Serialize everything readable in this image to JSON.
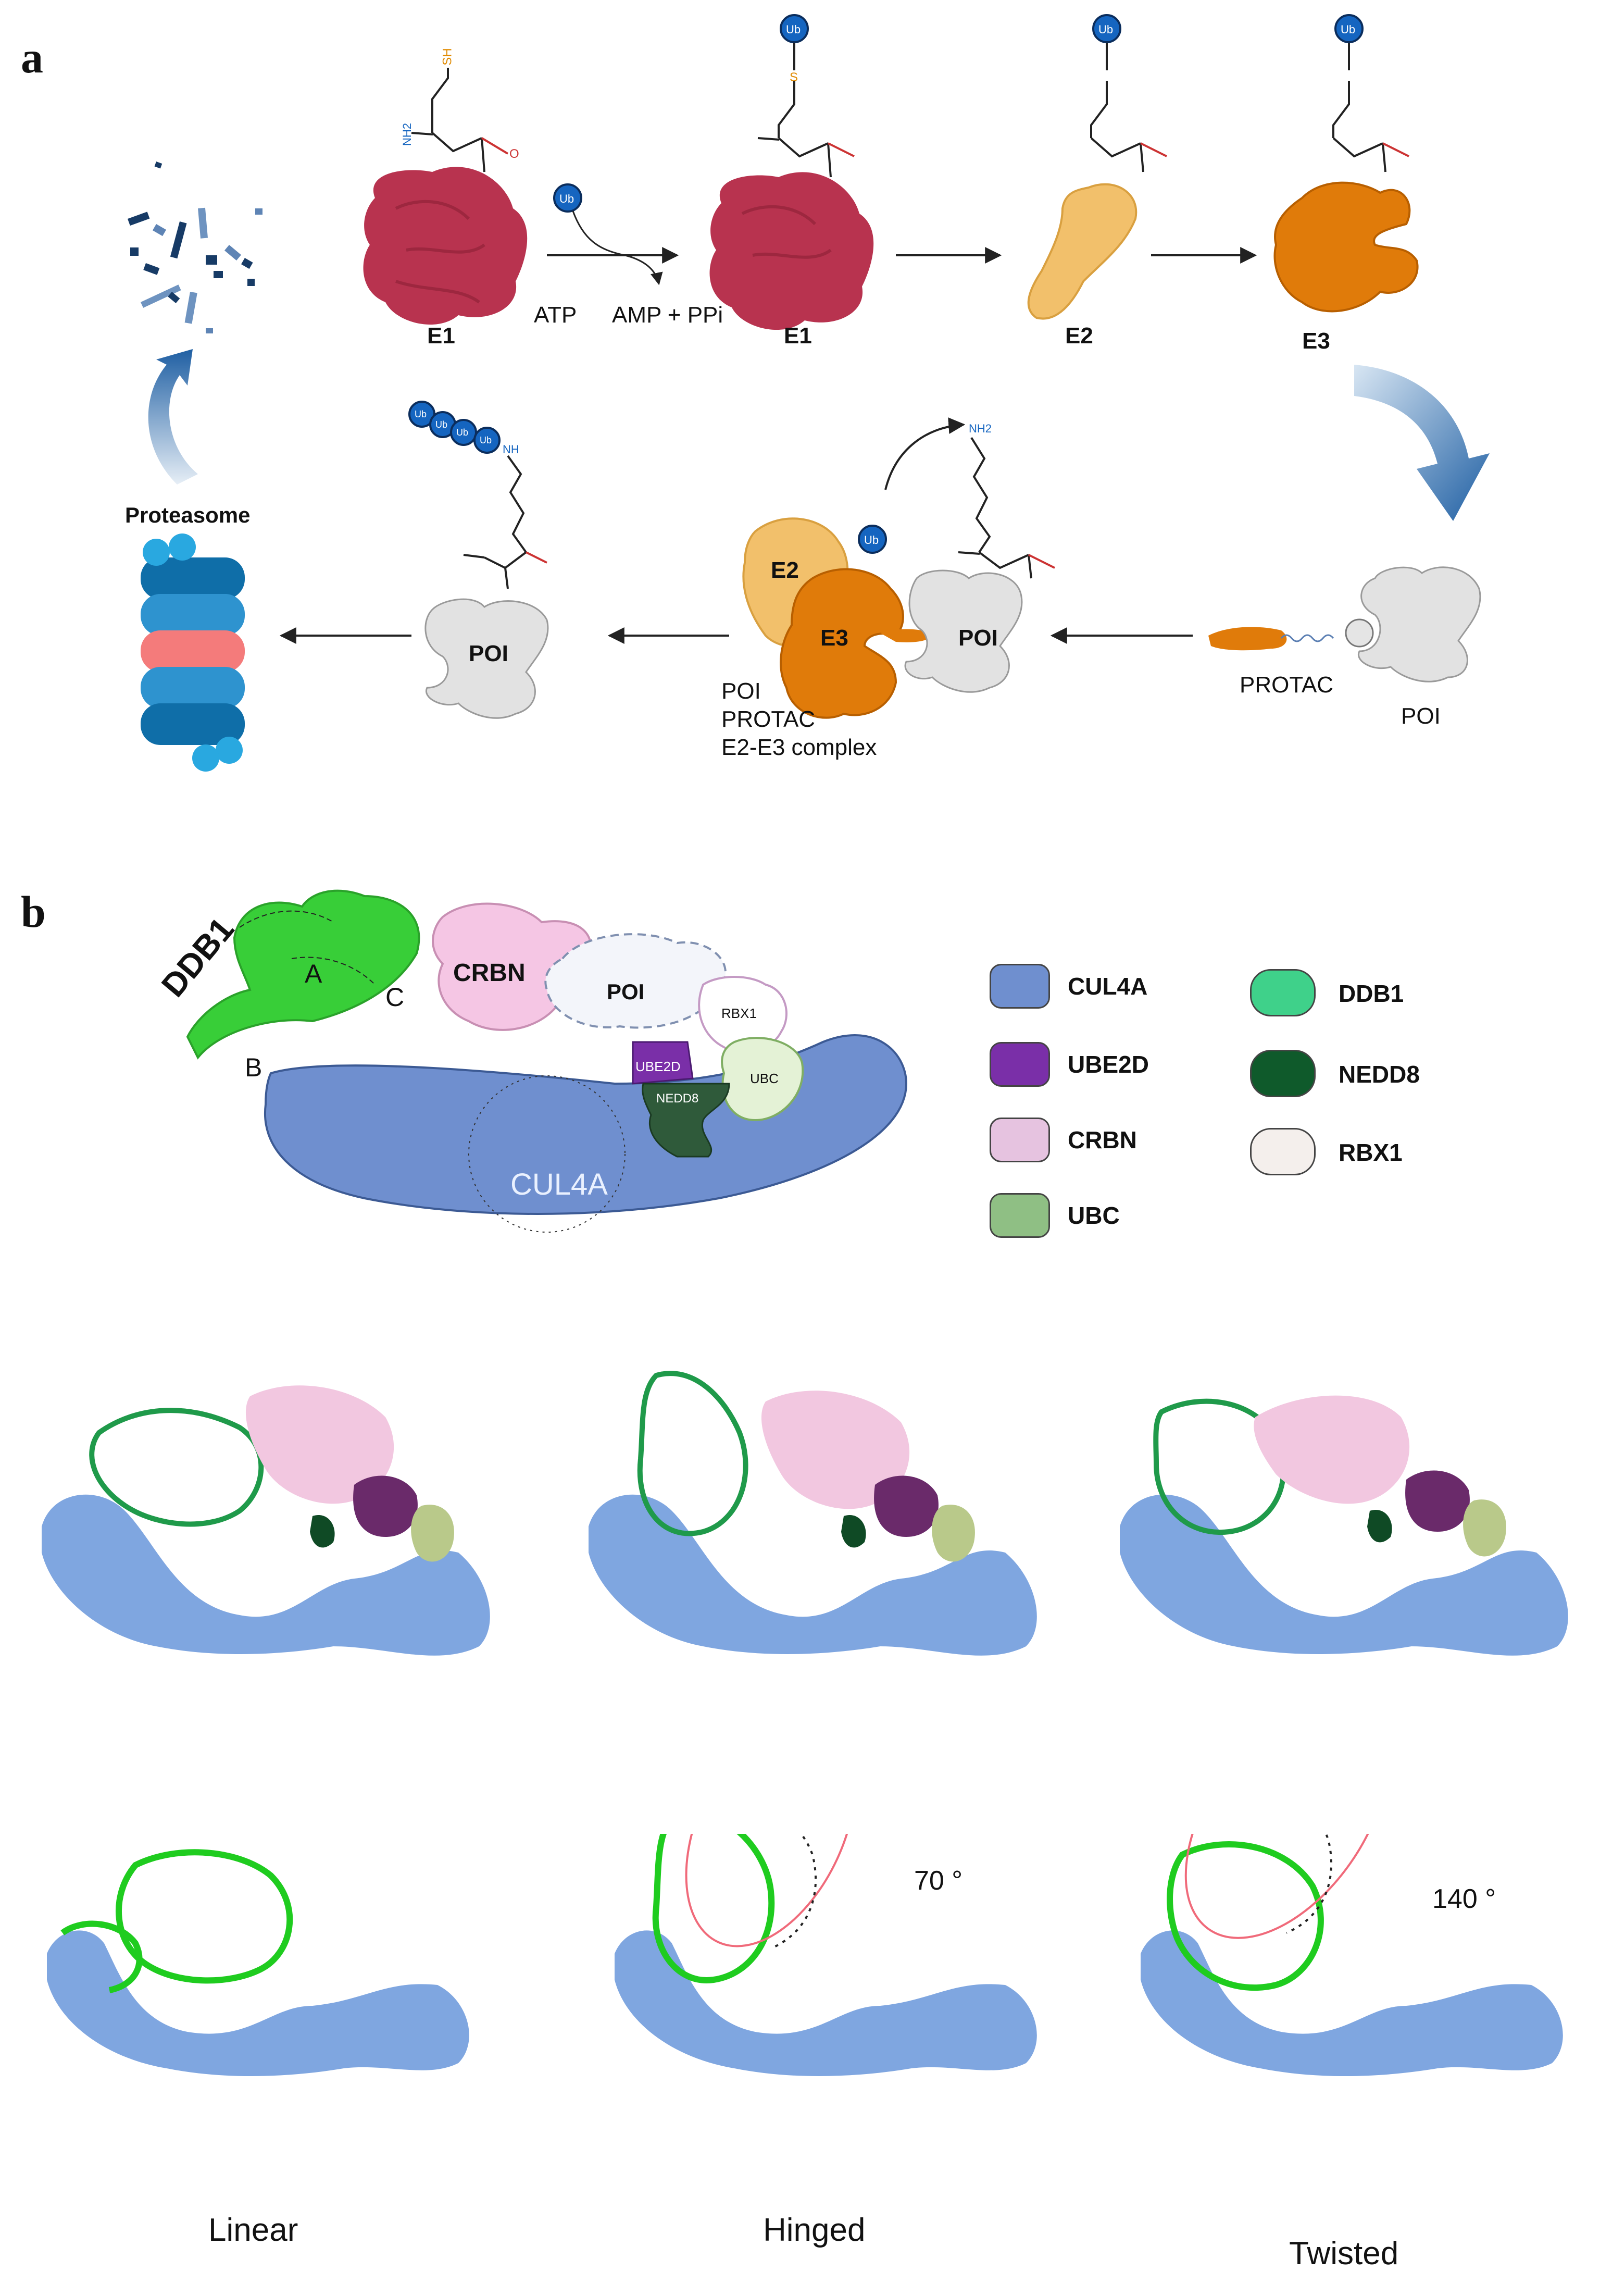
{
  "panel_a": {
    "letter": "a",
    "step1": {
      "enzyme": "E1",
      "cofactor_in": "ATP",
      "cofactor_out": "AMP + PPi",
      "ub": "Ub"
    },
    "step2": {
      "enzyme": "E1",
      "ub": "Ub"
    },
    "step3": {
      "enzyme": "E2",
      "ub": "Ub"
    },
    "step4": {
      "enzyme": "E3",
      "ub": "Ub"
    },
    "ternary": {
      "e2": "E2",
      "e3": "E3",
      "poi": "POI",
      "ub": "Ub",
      "caption_lines": [
        "POI",
        "PROTAC",
        "E2-E3 complex"
      ]
    },
    "protac_label": "PROTAC",
    "poi_free_label": "POI",
    "poly_poi_label": "POI",
    "poly_ub": [
      "Ub",
      "Ub",
      "Ub",
      "Ub"
    ],
    "proteasome_label": "Proteasome",
    "atoms": {
      "sh": "SH",
      "s": "S",
      "nh2": "NH2",
      "o": "O",
      "nh2_lys": "NH2",
      "nh": "NH"
    }
  },
  "panel_b": {
    "letter": "b",
    "schematic": {
      "ddb1": "DDB1",
      "domain_a": "A",
      "domain_b": "B",
      "domain_c": "C",
      "crbn": "CRBN",
      "poi": "POI",
      "rbx1": "RBX1",
      "ube2d": "UBE2D",
      "nedd8": "NEDD8",
      "ubc": "UBC",
      "cul4a": "CUL4A"
    },
    "legend": [
      {
        "label": "CUL4A",
        "color": "#6f8fcf"
      },
      {
        "label": "UBE2D",
        "color": "#7a2fa8"
      },
      {
        "label": "CRBN",
        "color": "#e6c3e0"
      },
      {
        "label": "UBC",
        "color": "#8fbf84"
      },
      {
        "label": "DDB1",
        "color": "#3fd18a"
      },
      {
        "label": "NEDD8",
        "color": "#0f5a2b"
      },
      {
        "label": "RBX1",
        "color": "#f4efec"
      }
    ],
    "conformations": [
      {
        "caption": "Linear",
        "angle": ""
      },
      {
        "caption": "Hinged",
        "angle": "70 °"
      },
      {
        "caption": "Twisted",
        "angle": "140 °"
      }
    ]
  }
}
